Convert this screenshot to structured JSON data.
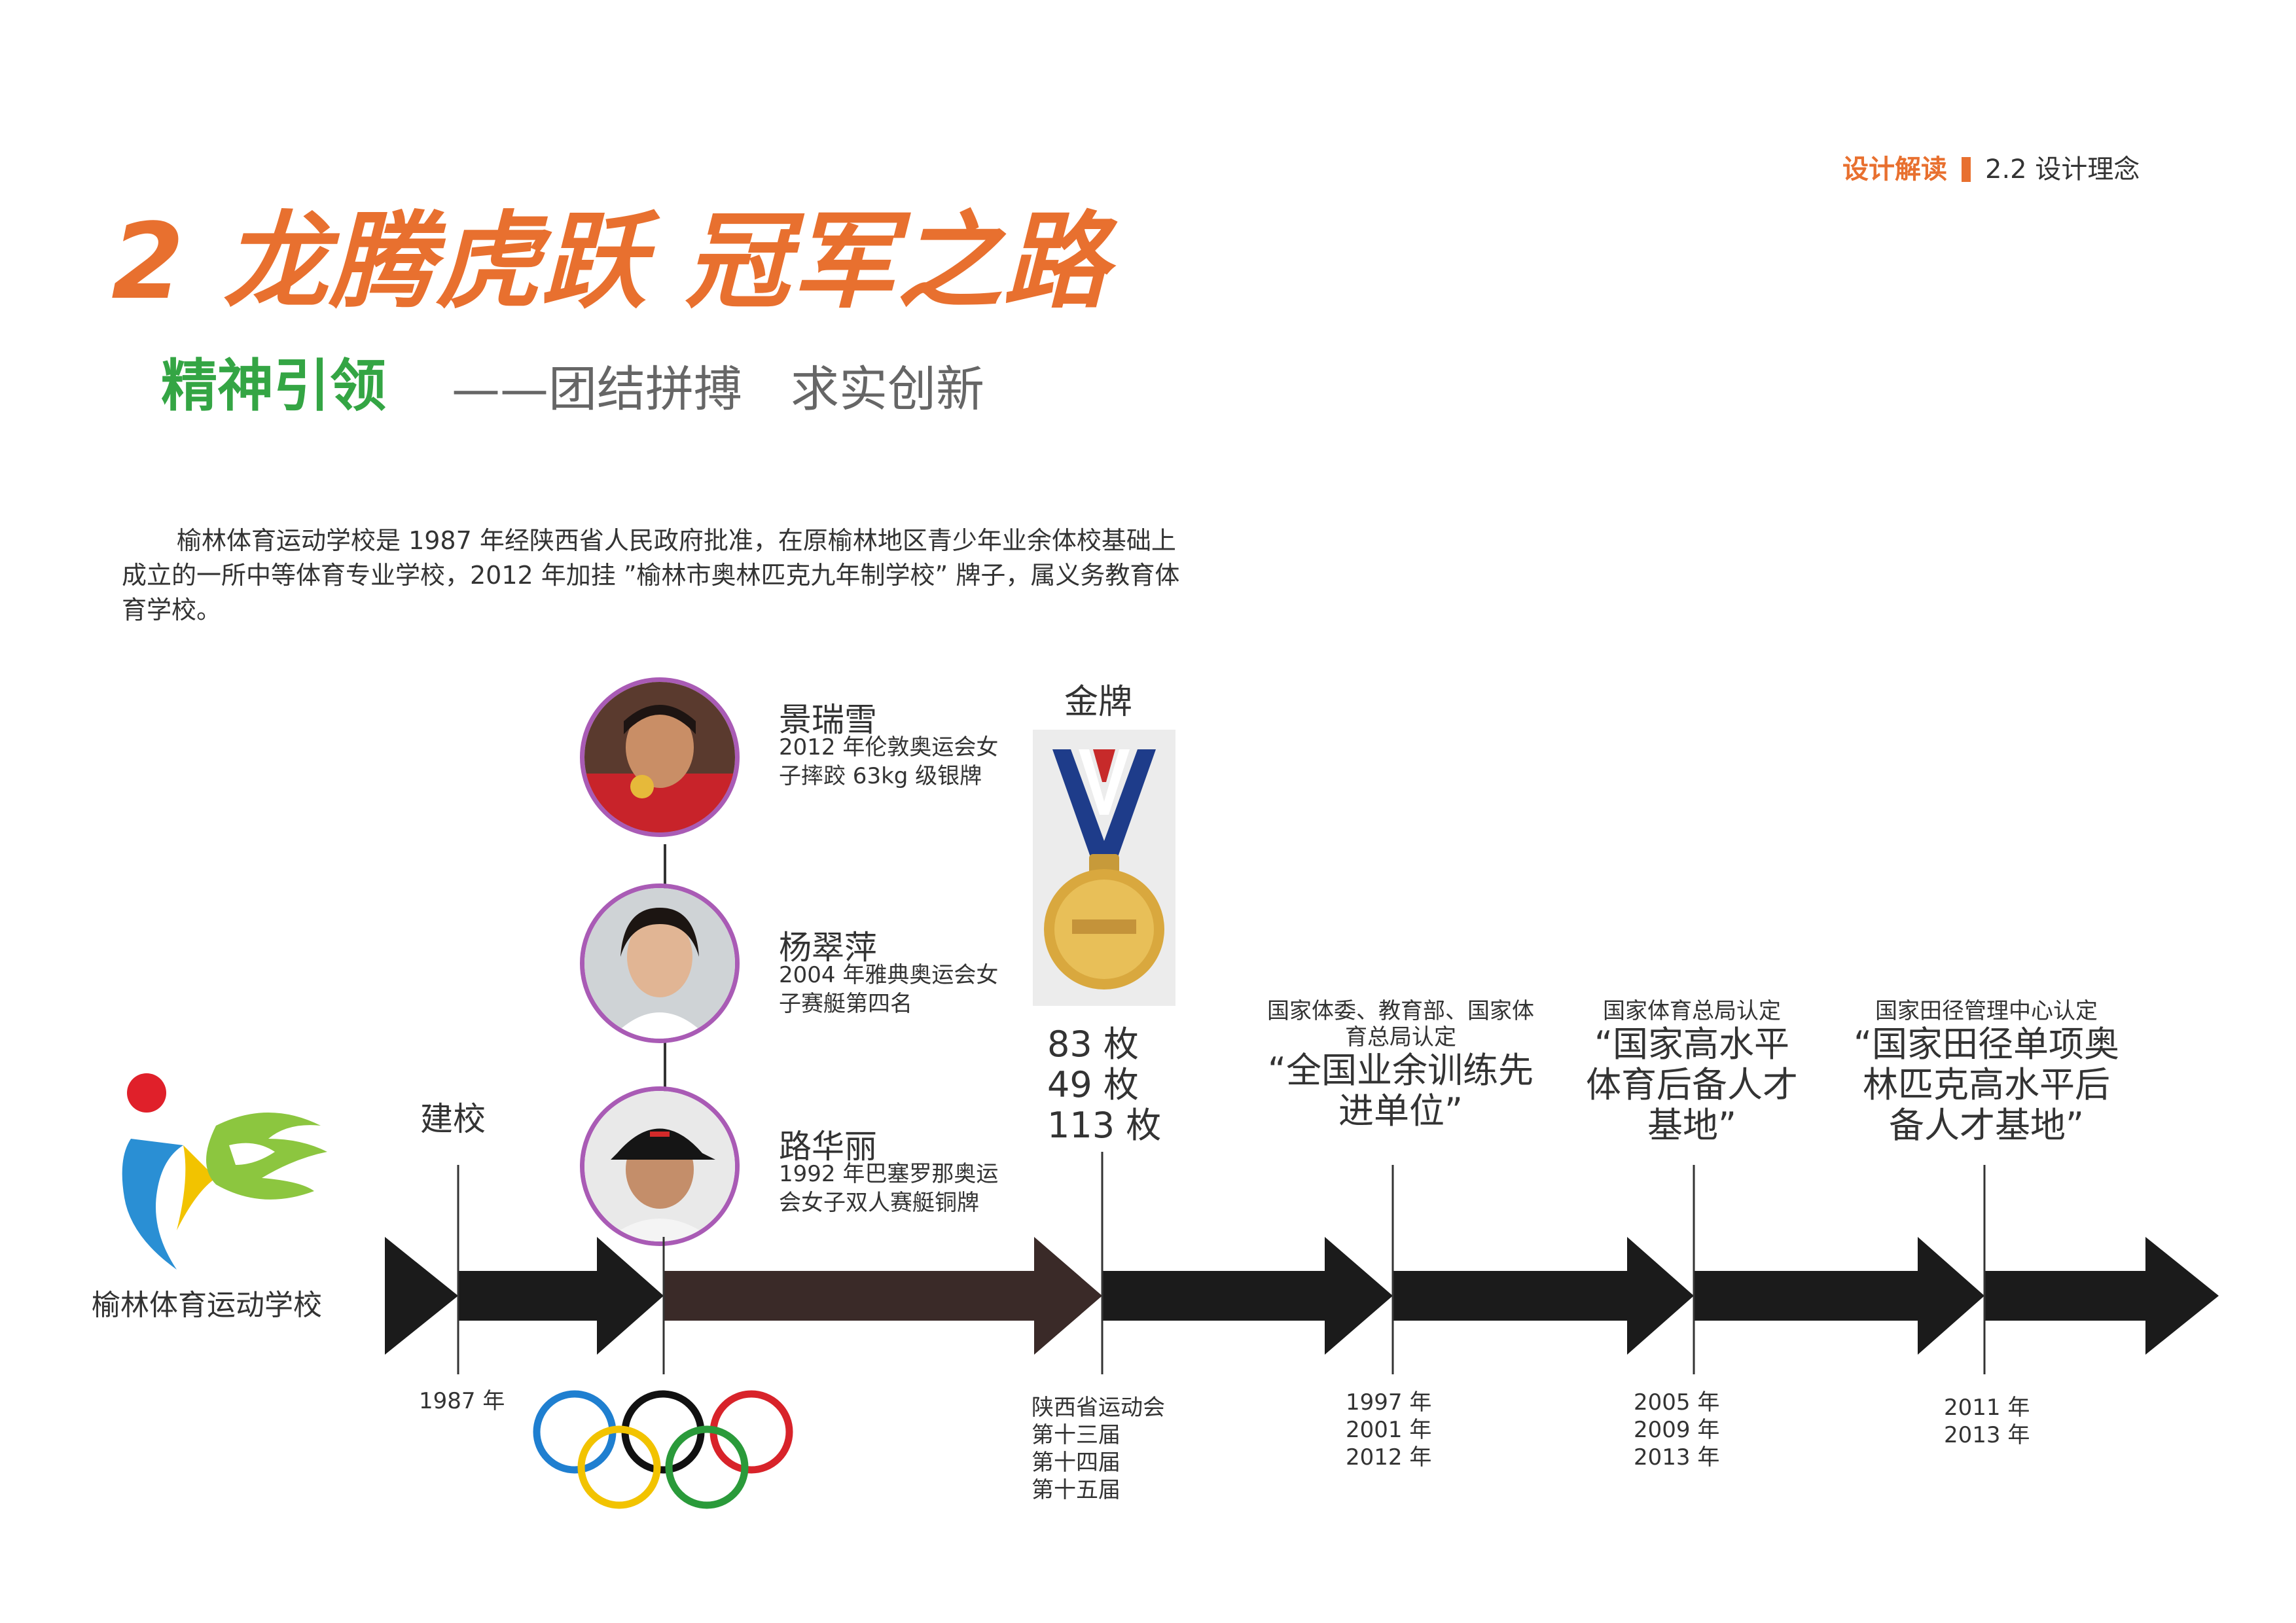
{
  "header": {
    "section": "设计解读",
    "subsection": "2.2 设计理念"
  },
  "title": "2 龙腾虎跃 冠军之路",
  "spirit": {
    "label": "精神引领",
    "text": "——团结拼搏　求实创新"
  },
  "intro": "榆林体育运动学校是 1987 年经陕西省人民政府批准，在原榆林地区青少年业余体校基础上成立的一所中等体育专业学校，2012 年加挂 ”榆林市奥林匹克九年制学校” 牌子，属义务教育体育学校。",
  "school_logo_text": "榆林体育运动学校",
  "founding": {
    "label": "建校",
    "year": "1987 年"
  },
  "athletes": [
    {
      "name": "景瑞雪",
      "desc": "2012 年伦敦奥运会女子摔跤 63kg 级银牌"
    },
    {
      "name": "杨翠萍",
      "desc": "2004 年雅典奥运会女子赛艇第四名"
    },
    {
      "name": "路华丽",
      "desc": "1992 年巴塞罗那奥运会女子双人赛艇铜牌"
    }
  ],
  "medals": {
    "label": "金牌",
    "counts": [
      "83 枚",
      "49 枚",
      "113 枚"
    ],
    "event_lines": [
      "陕西省运动会",
      "第十三届",
      "第十四届",
      "第十五届"
    ]
  },
  "milestones": [
    {
      "authority": "国家体委、教育部、国家体育总局认定",
      "title": "“全国业余训练先进单位”",
      "years": [
        "1997 年",
        "2001 年",
        "2012 年"
      ]
    },
    {
      "authority": "国家体育总局认定",
      "title": "“国家高水平体育后备人才基地”",
      "years": [
        "2005 年",
        "2009 年",
        "2013 年"
      ]
    },
    {
      "authority": "国家田径管理中心认定",
      "title": "“国家田径单项奥林匹克高水平后备人才基地”",
      "years": [
        "2011 年",
        "2013 年"
      ]
    }
  ],
  "colors": {
    "orange": "#e8702f",
    "green": "#34a544",
    "purple": "#a95bb5",
    "timeline": "#1b1b1b",
    "timeline_brown": "#3a2a28"
  }
}
